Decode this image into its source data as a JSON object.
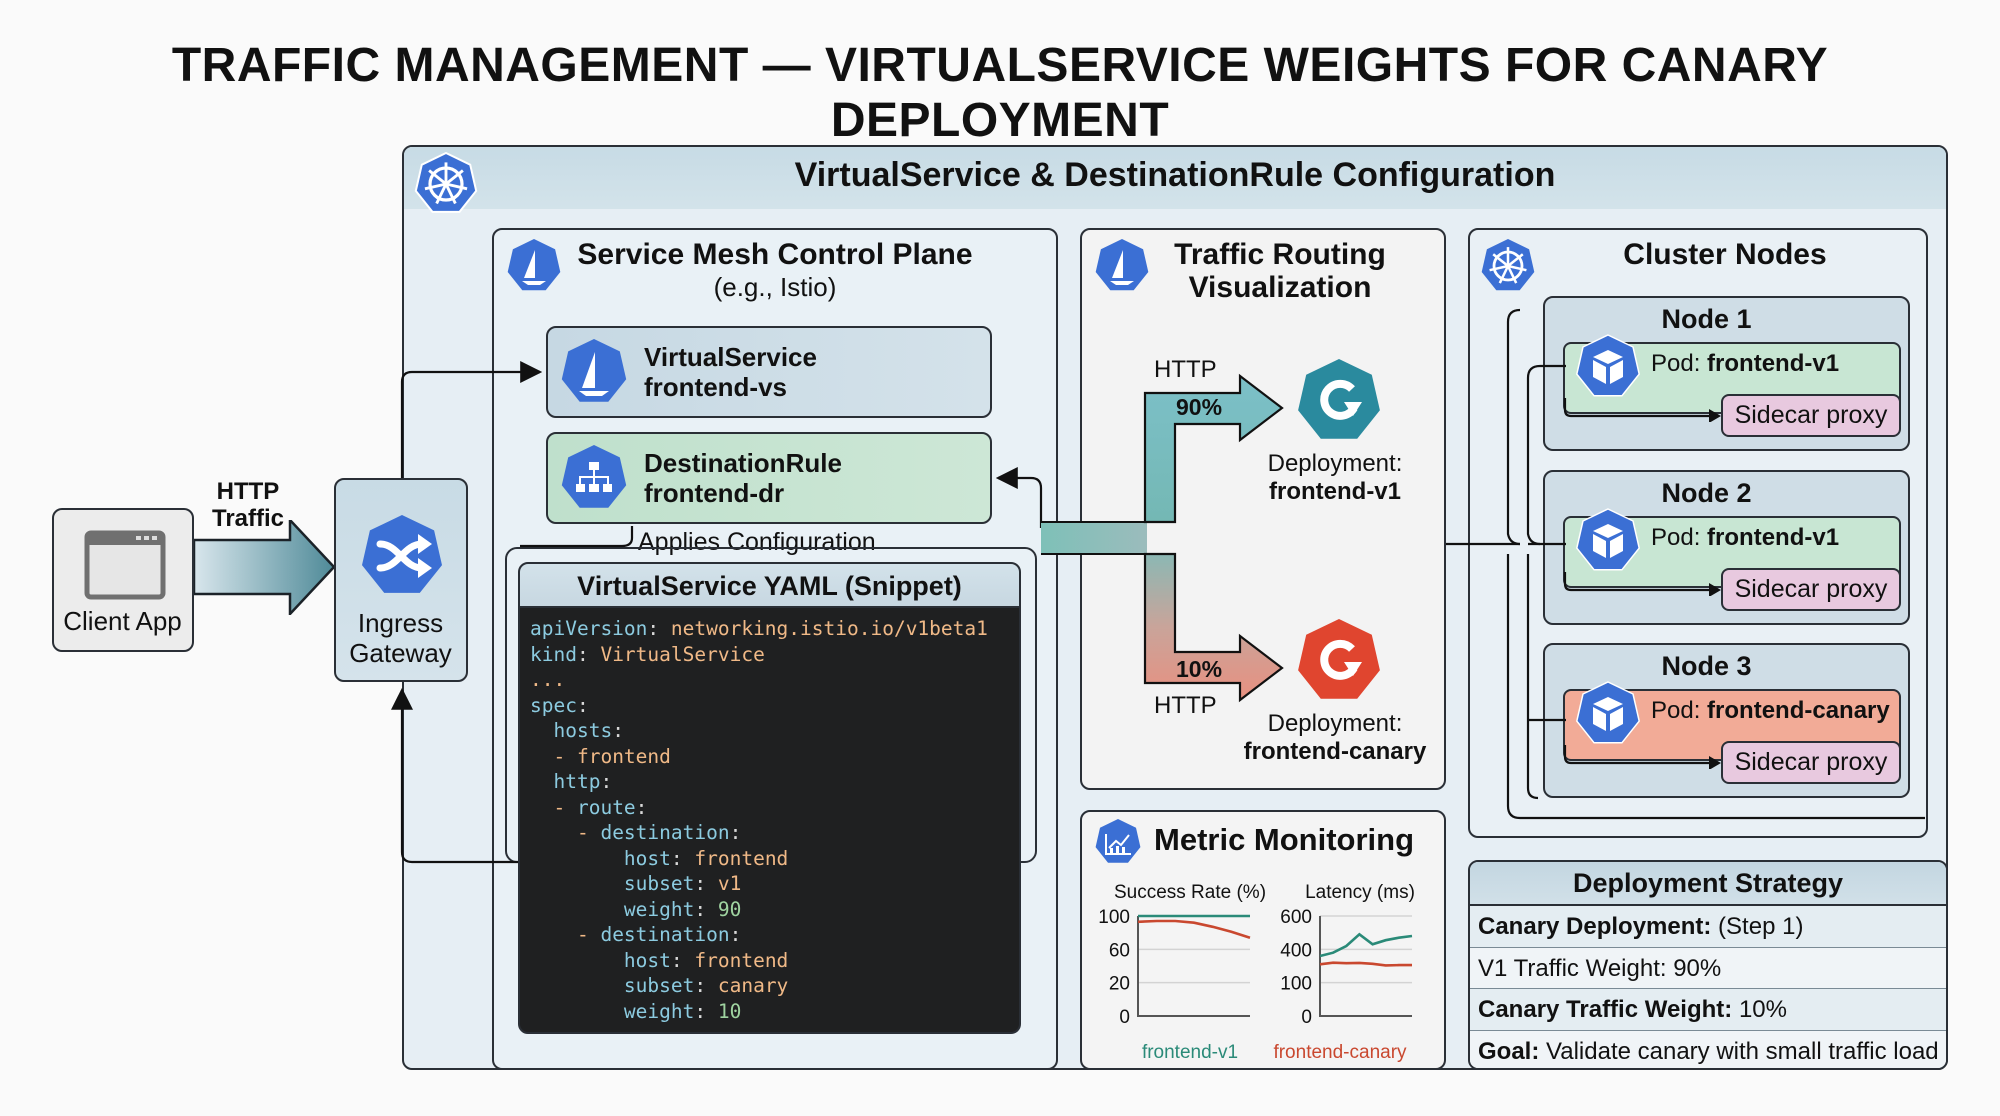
{
  "title": "TRAFFIC MANAGEMENT — VIRTUALSERVICE WEIGHTS FOR CANARY DEPLOYMENT",
  "client": {
    "label": "Client App",
    "icon": "browser-window-icon"
  },
  "http_traffic": {
    "line1": "HTTP",
    "line2": "Traffic"
  },
  "ingress": {
    "line1": "Ingress",
    "line2": "Gateway",
    "icon": "shuffle-icon"
  },
  "main_panel": {
    "title": "VirtualService & DestinationRule Configuration",
    "icon": "kubernetes-helm-icon"
  },
  "control_plane": {
    "title": "Service Mesh Control Plane",
    "subtitle": "(e.g., Istio)",
    "icon": "istio-sail-icon",
    "virtual_service": {
      "line1": "VirtualService",
      "line2": "frontend-vs",
      "icon": "istio-sail-icon"
    },
    "destination_rule": {
      "line1": "DestinationRule",
      "line2": "frontend-dr",
      "icon": "hierarchy-icon"
    },
    "applies_label": "Applies Configuration",
    "yaml": {
      "title": "VirtualService YAML (Snippet)",
      "lines": [
        [
          {
            "t": "apiVersion",
            "c": "k"
          },
          {
            "t": ": ",
            "c": "p"
          },
          {
            "t": "networking.istio.io/v1beta1",
            "c": "v"
          }
        ],
        [
          {
            "t": "kind",
            "c": "k"
          },
          {
            "t": ": ",
            "c": "p"
          },
          {
            "t": "VirtualService",
            "c": "v"
          }
        ],
        [
          {
            "t": "...",
            "c": "v"
          }
        ],
        [
          {
            "t": "spec",
            "c": "k"
          },
          {
            "t": ":",
            "c": "p"
          }
        ],
        [
          {
            "t": "  hosts",
            "c": "k"
          },
          {
            "t": ":",
            "c": "p"
          }
        ],
        [
          {
            "t": "  - ",
            "c": "v"
          },
          {
            "t": "frontend",
            "c": "v"
          }
        ],
        [
          {
            "t": "  http",
            "c": "k"
          },
          {
            "t": ":",
            "c": "p"
          }
        ],
        [
          {
            "t": "  - ",
            "c": "v"
          },
          {
            "t": "route",
            "c": "k"
          },
          {
            "t": ":",
            "c": "p"
          }
        ],
        [
          {
            "t": "    - ",
            "c": "v"
          },
          {
            "t": "destination",
            "c": "k"
          },
          {
            "t": ":",
            "c": "p"
          }
        ],
        [
          {
            "t": "        host",
            "c": "k"
          },
          {
            "t": ": ",
            "c": "p"
          },
          {
            "t": "frontend",
            "c": "v"
          }
        ],
        [
          {
            "t": "        subset",
            "c": "k"
          },
          {
            "t": ": ",
            "c": "p"
          },
          {
            "t": "v1",
            "c": "v"
          }
        ],
        [
          {
            "t": "        weight",
            "c": "k"
          },
          {
            "t": ": ",
            "c": "p"
          },
          {
            "t": "90",
            "c": "n"
          }
        ],
        [
          {
            "t": "    - ",
            "c": "v"
          },
          {
            "t": "destination",
            "c": "k"
          },
          {
            "t": ":",
            "c": "p"
          }
        ],
        [
          {
            "t": "        host",
            "c": "k"
          },
          {
            "t": ": ",
            "c": "p"
          },
          {
            "t": "frontend",
            "c": "v"
          }
        ],
        [
          {
            "t": "        subset",
            "c": "k"
          },
          {
            "t": ": ",
            "c": "p"
          },
          {
            "t": "canary",
            "c": "v"
          }
        ],
        [
          {
            "t": "        weight",
            "c": "k"
          },
          {
            "t": ": ",
            "c": "p"
          },
          {
            "t": "10",
            "c": "n"
          }
        ]
      ]
    }
  },
  "traffic_routing": {
    "title_line1": "Traffic Routing",
    "title_line2": "Visualization",
    "icon": "istio-sail-icon",
    "v1": {
      "protocol": "HTTP",
      "percent": "90%",
      "label": "Deployment:",
      "name": "frontend-v1",
      "icon": "deployment-rotate-icon",
      "color": "#2a8a9e"
    },
    "canary": {
      "protocol": "HTTP",
      "percent": "10%",
      "label": "Deployment:",
      "name": "frontend-canary",
      "icon": "deployment-rotate-icon",
      "color": "#e0452f"
    }
  },
  "metric_monitoring": {
    "title": "Metric Monitoring",
    "icon": "chart-trend-icon",
    "legend": [
      {
        "name": "frontend-v1",
        "color": "#2a8a78"
      },
      {
        "name": "frontend-canary",
        "color": "#c9482f"
      }
    ]
  },
  "chart_data": [
    {
      "type": "line",
      "title": "Success Rate (%)",
      "y_ticks": [
        "100",
        "60",
        "20",
        "0"
      ],
      "ylim": [
        0,
        100
      ],
      "grid": true,
      "x": [
        0,
        1,
        2,
        3,
        4,
        5,
        6
      ],
      "series": [
        {
          "name": "frontend-v1",
          "color": "#2a8a78",
          "values": [
            100,
            100,
            100,
            100,
            100,
            100,
            100
          ]
        },
        {
          "name": "frontend-canary",
          "color": "#c9482f",
          "values": [
            93,
            94,
            94,
            92,
            87,
            81,
            74
          ]
        }
      ]
    },
    {
      "type": "line",
      "title": "Latency (ms)",
      "y_ticks": [
        "600",
        "400",
        "100",
        "0"
      ],
      "ylim": [
        0,
        600
      ],
      "grid": true,
      "x": [
        0,
        1,
        2,
        3,
        4,
        5,
        6,
        7
      ],
      "series": [
        {
          "name": "frontend-v1",
          "color": "#2a8a78",
          "values": [
            340,
            370,
            420,
            490,
            430,
            455,
            470,
            480
          ]
        },
        {
          "name": "frontend-canary",
          "color": "#c9482f",
          "values": [
            265,
            280,
            275,
            278,
            270,
            255,
            258,
            258
          ]
        }
      ]
    }
  ],
  "cluster_nodes": {
    "title": "Cluster Nodes",
    "icon": "kubernetes-helm-icon",
    "nodes": [
      {
        "name": "Node 1",
        "pod_prefix": "Pod: ",
        "pod": "frontend-v1",
        "pod_type": "v1",
        "sidecar": "Sidecar proxy"
      },
      {
        "name": "Node 2",
        "pod_prefix": "Pod: ",
        "pod": "frontend-v1",
        "pod_type": "v1",
        "sidecar": "Sidecar proxy"
      },
      {
        "name": "Node 3",
        "pod_prefix": "Pod: ",
        "pod": "frontend-canary",
        "pod_type": "canary",
        "sidecar": "Sidecar proxy"
      }
    ]
  },
  "deployment_strategy": {
    "title": "Deployment Strategy",
    "rows": [
      {
        "bold": "Canary Deployment:",
        "text": " (Step 1)"
      },
      {
        "bold": "",
        "text": "V1 Traffic Weight: 90%"
      },
      {
        "bold": "Canary Traffic Weight:",
        "text": " 10%"
      },
      {
        "bold": "Goal:",
        "text": " Validate canary with small traffic load"
      }
    ]
  }
}
